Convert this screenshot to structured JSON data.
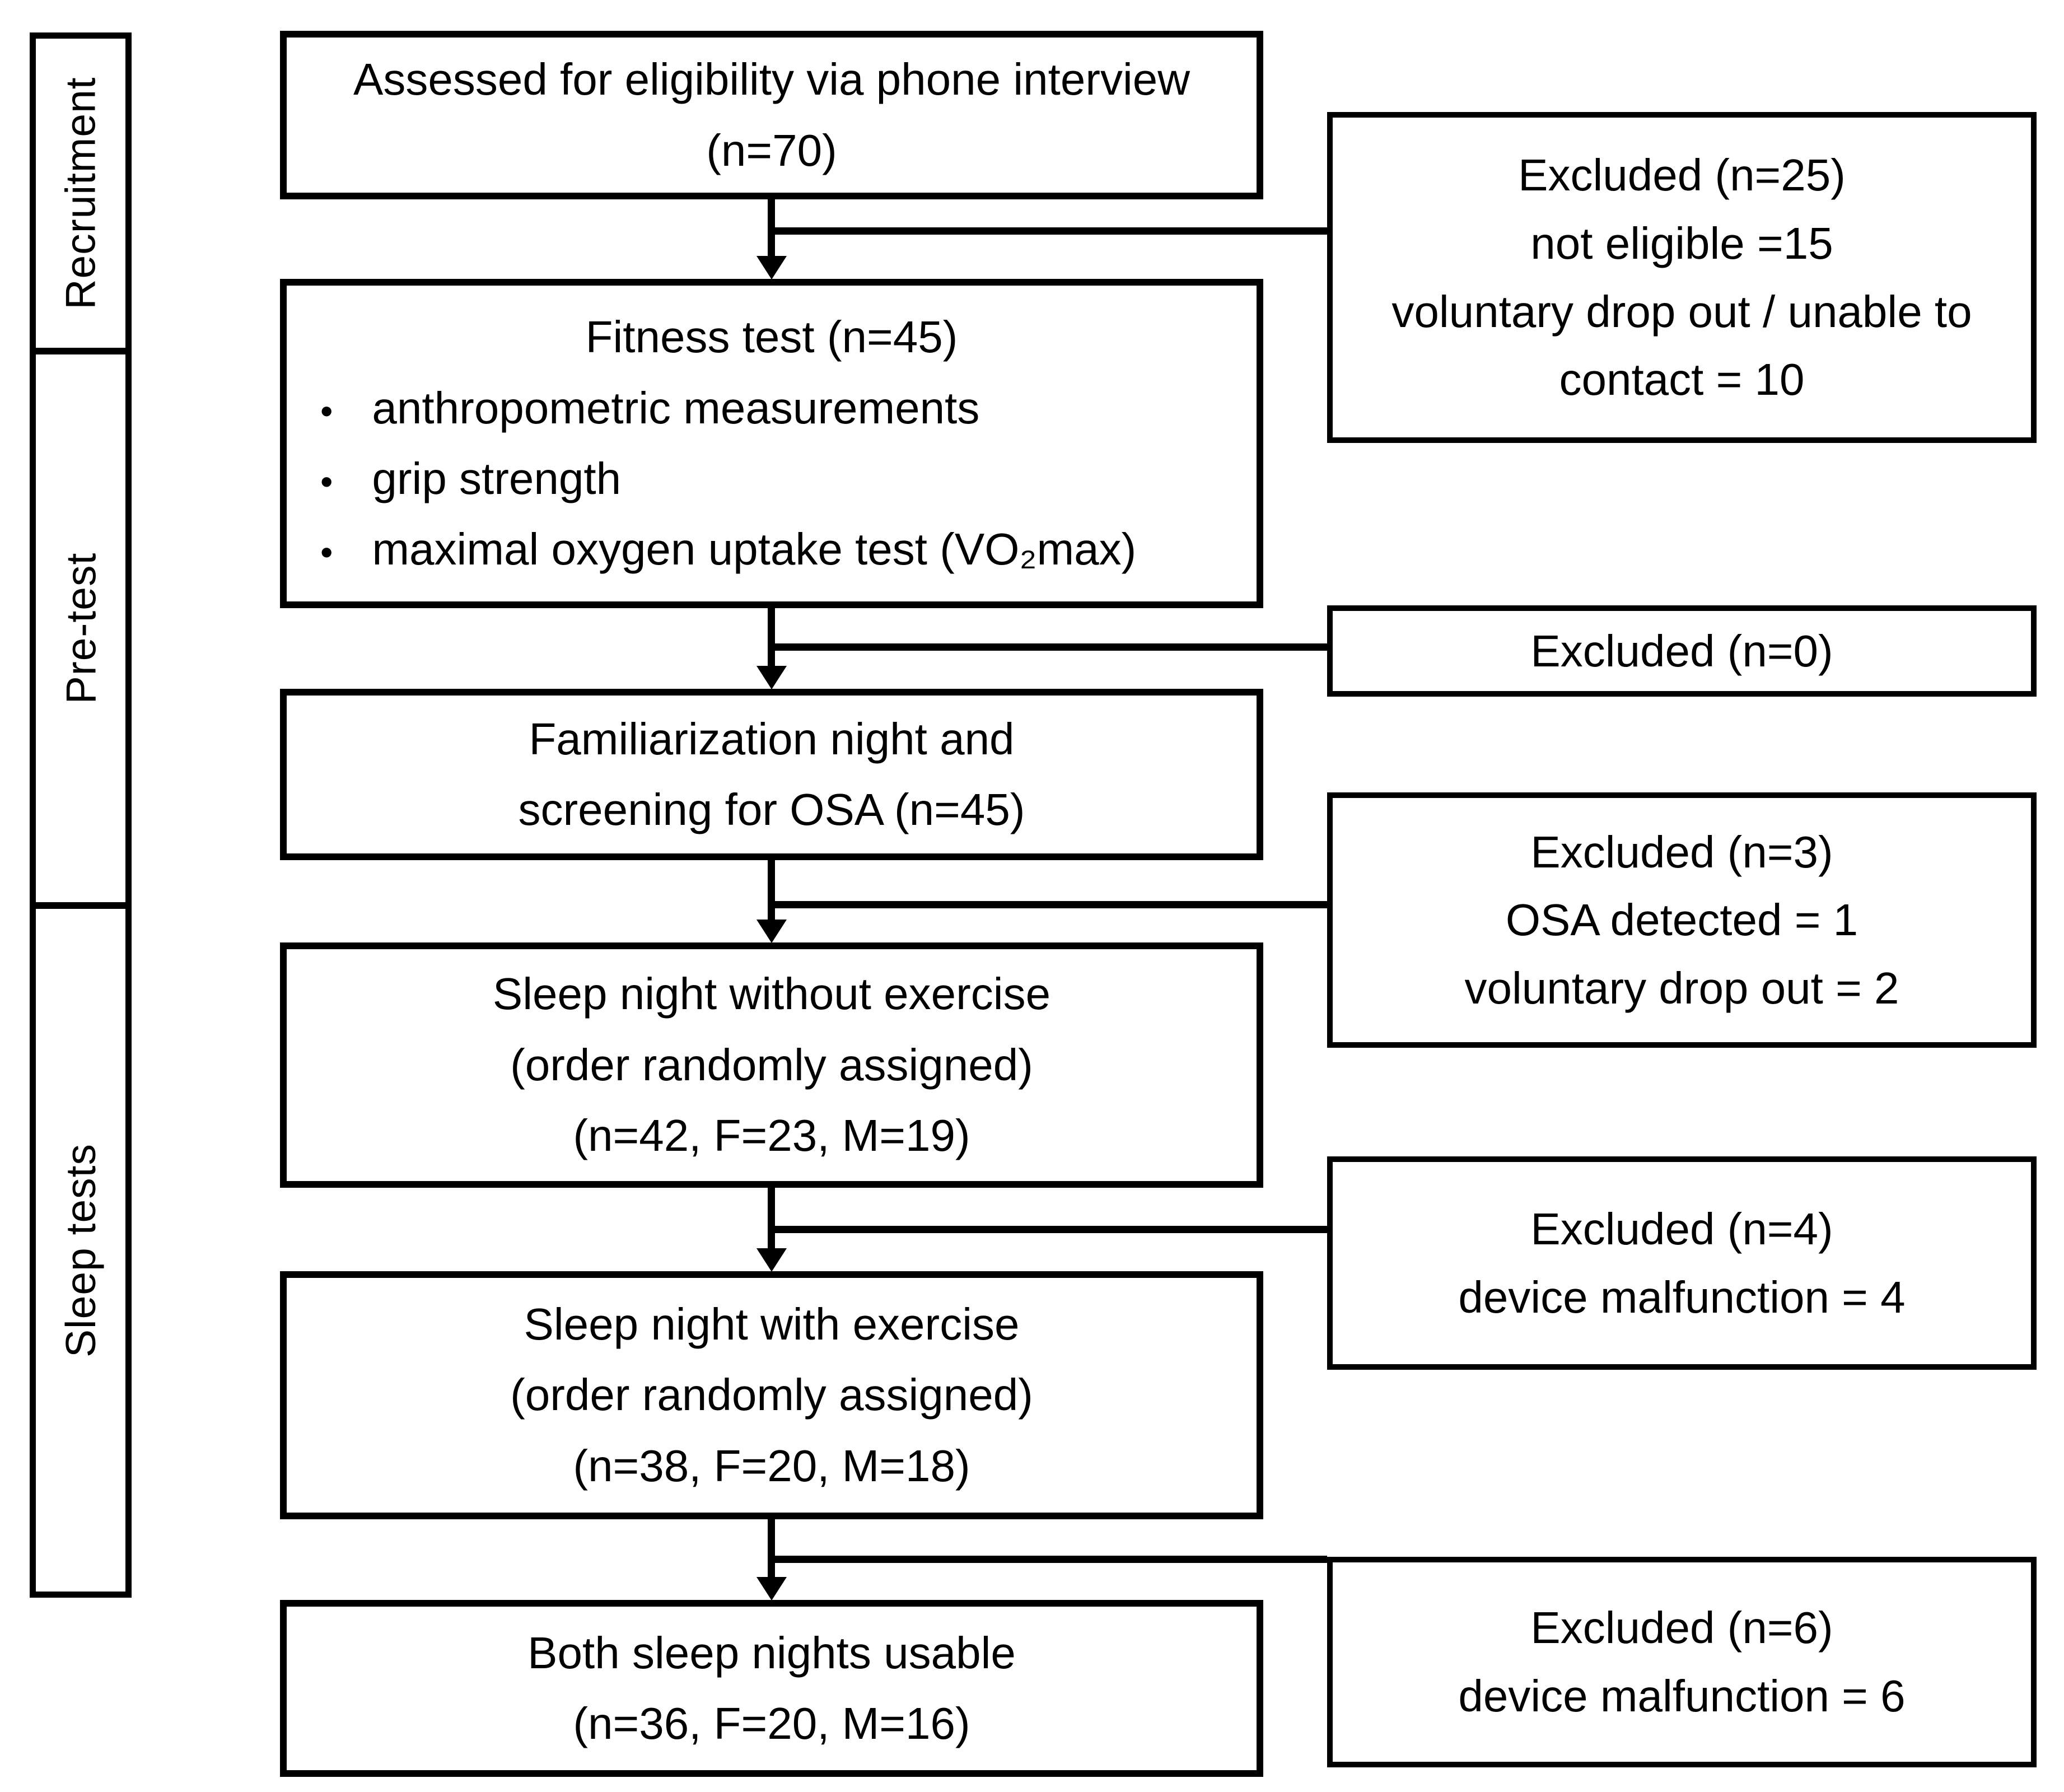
{
  "figure": {
    "background_color": "#ffffff",
    "line_color": "#000000"
  },
  "sidebar": {
    "sections": [
      {
        "label": "Recruitment"
      },
      {
        "label": "Pre-test"
      },
      {
        "label": "Sleep tests"
      }
    ]
  },
  "flow": {
    "bullet_glyph": "•",
    "boxes": [
      {
        "lines": [
          "Assessed for eligibility via phone interview",
          "(n=70)"
        ]
      },
      {
        "title": "Fitness test (n=45)",
        "bullets": [
          "anthropometric measurements",
          "grip strength",
          "maximal oxygen uptake test (VO₂max)"
        ]
      },
      {
        "lines": [
          "Familiarization night and",
          "screening for OSA (n=45)"
        ]
      },
      {
        "lines": [
          "Sleep night without exercise",
          "(order randomly assigned)",
          "(n=42, F=23, M=19)"
        ]
      },
      {
        "lines": [
          "Sleep night with exercise",
          "(order randomly assigned)",
          "(n=38, F=20, M=18)"
        ]
      },
      {
        "lines": [
          "Both sleep nights usable",
          "(n=36, F=20, M=16)"
        ]
      }
    ],
    "exclusions": [
      {
        "lines": [
          "Excluded (n=25)",
          "not eligible =15",
          "voluntary drop out / unable to",
          "contact = 10"
        ]
      },
      {
        "lines": [
          "Excluded (n=0)"
        ]
      },
      {
        "lines": [
          "Excluded (n=3)",
          "OSA detected = 1",
          "voluntary drop out = 2"
        ]
      },
      {
        "lines": [
          "Excluded (n=4)",
          "device malfunction = 4"
        ]
      },
      {
        "lines": [
          "Excluded (n=6)",
          "device malfunction = 6"
        ]
      }
    ]
  }
}
